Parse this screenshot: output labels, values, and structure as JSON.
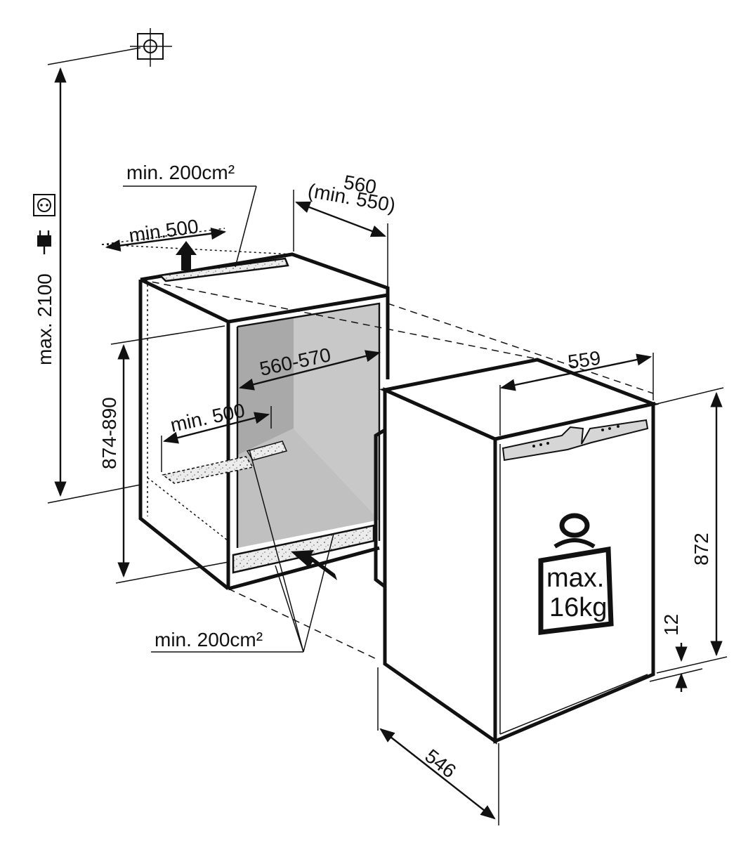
{
  "labels": {
    "vent_top_area": "min. 200cm²",
    "vent_top_depth": "min.500",
    "niche_depth_nominal": "560",
    "niche_depth_min": "(min. 550)",
    "niche_width": "560-570",
    "niche_height": "874-890",
    "vent_floor_depth": "min. 500",
    "vent_bottom_area": "min. 200cm²",
    "max_height": "max. 2100",
    "appliance_width": "559",
    "appliance_height": "872",
    "door_gap": "12",
    "appliance_depth": "546",
    "max_load_line1": "max.",
    "max_load_line2": "16kg"
  },
  "icons": [
    "water-connection-icon",
    "socket-icon",
    "plug-icon",
    "weight-icon",
    "airflow-arrow-icon"
  ],
  "colors": {
    "line": "#111111",
    "niche_fill": "#c8c8c8",
    "niche_fill_dark": "#a9a9a9",
    "panel_fill": "#d6d6d6"
  }
}
